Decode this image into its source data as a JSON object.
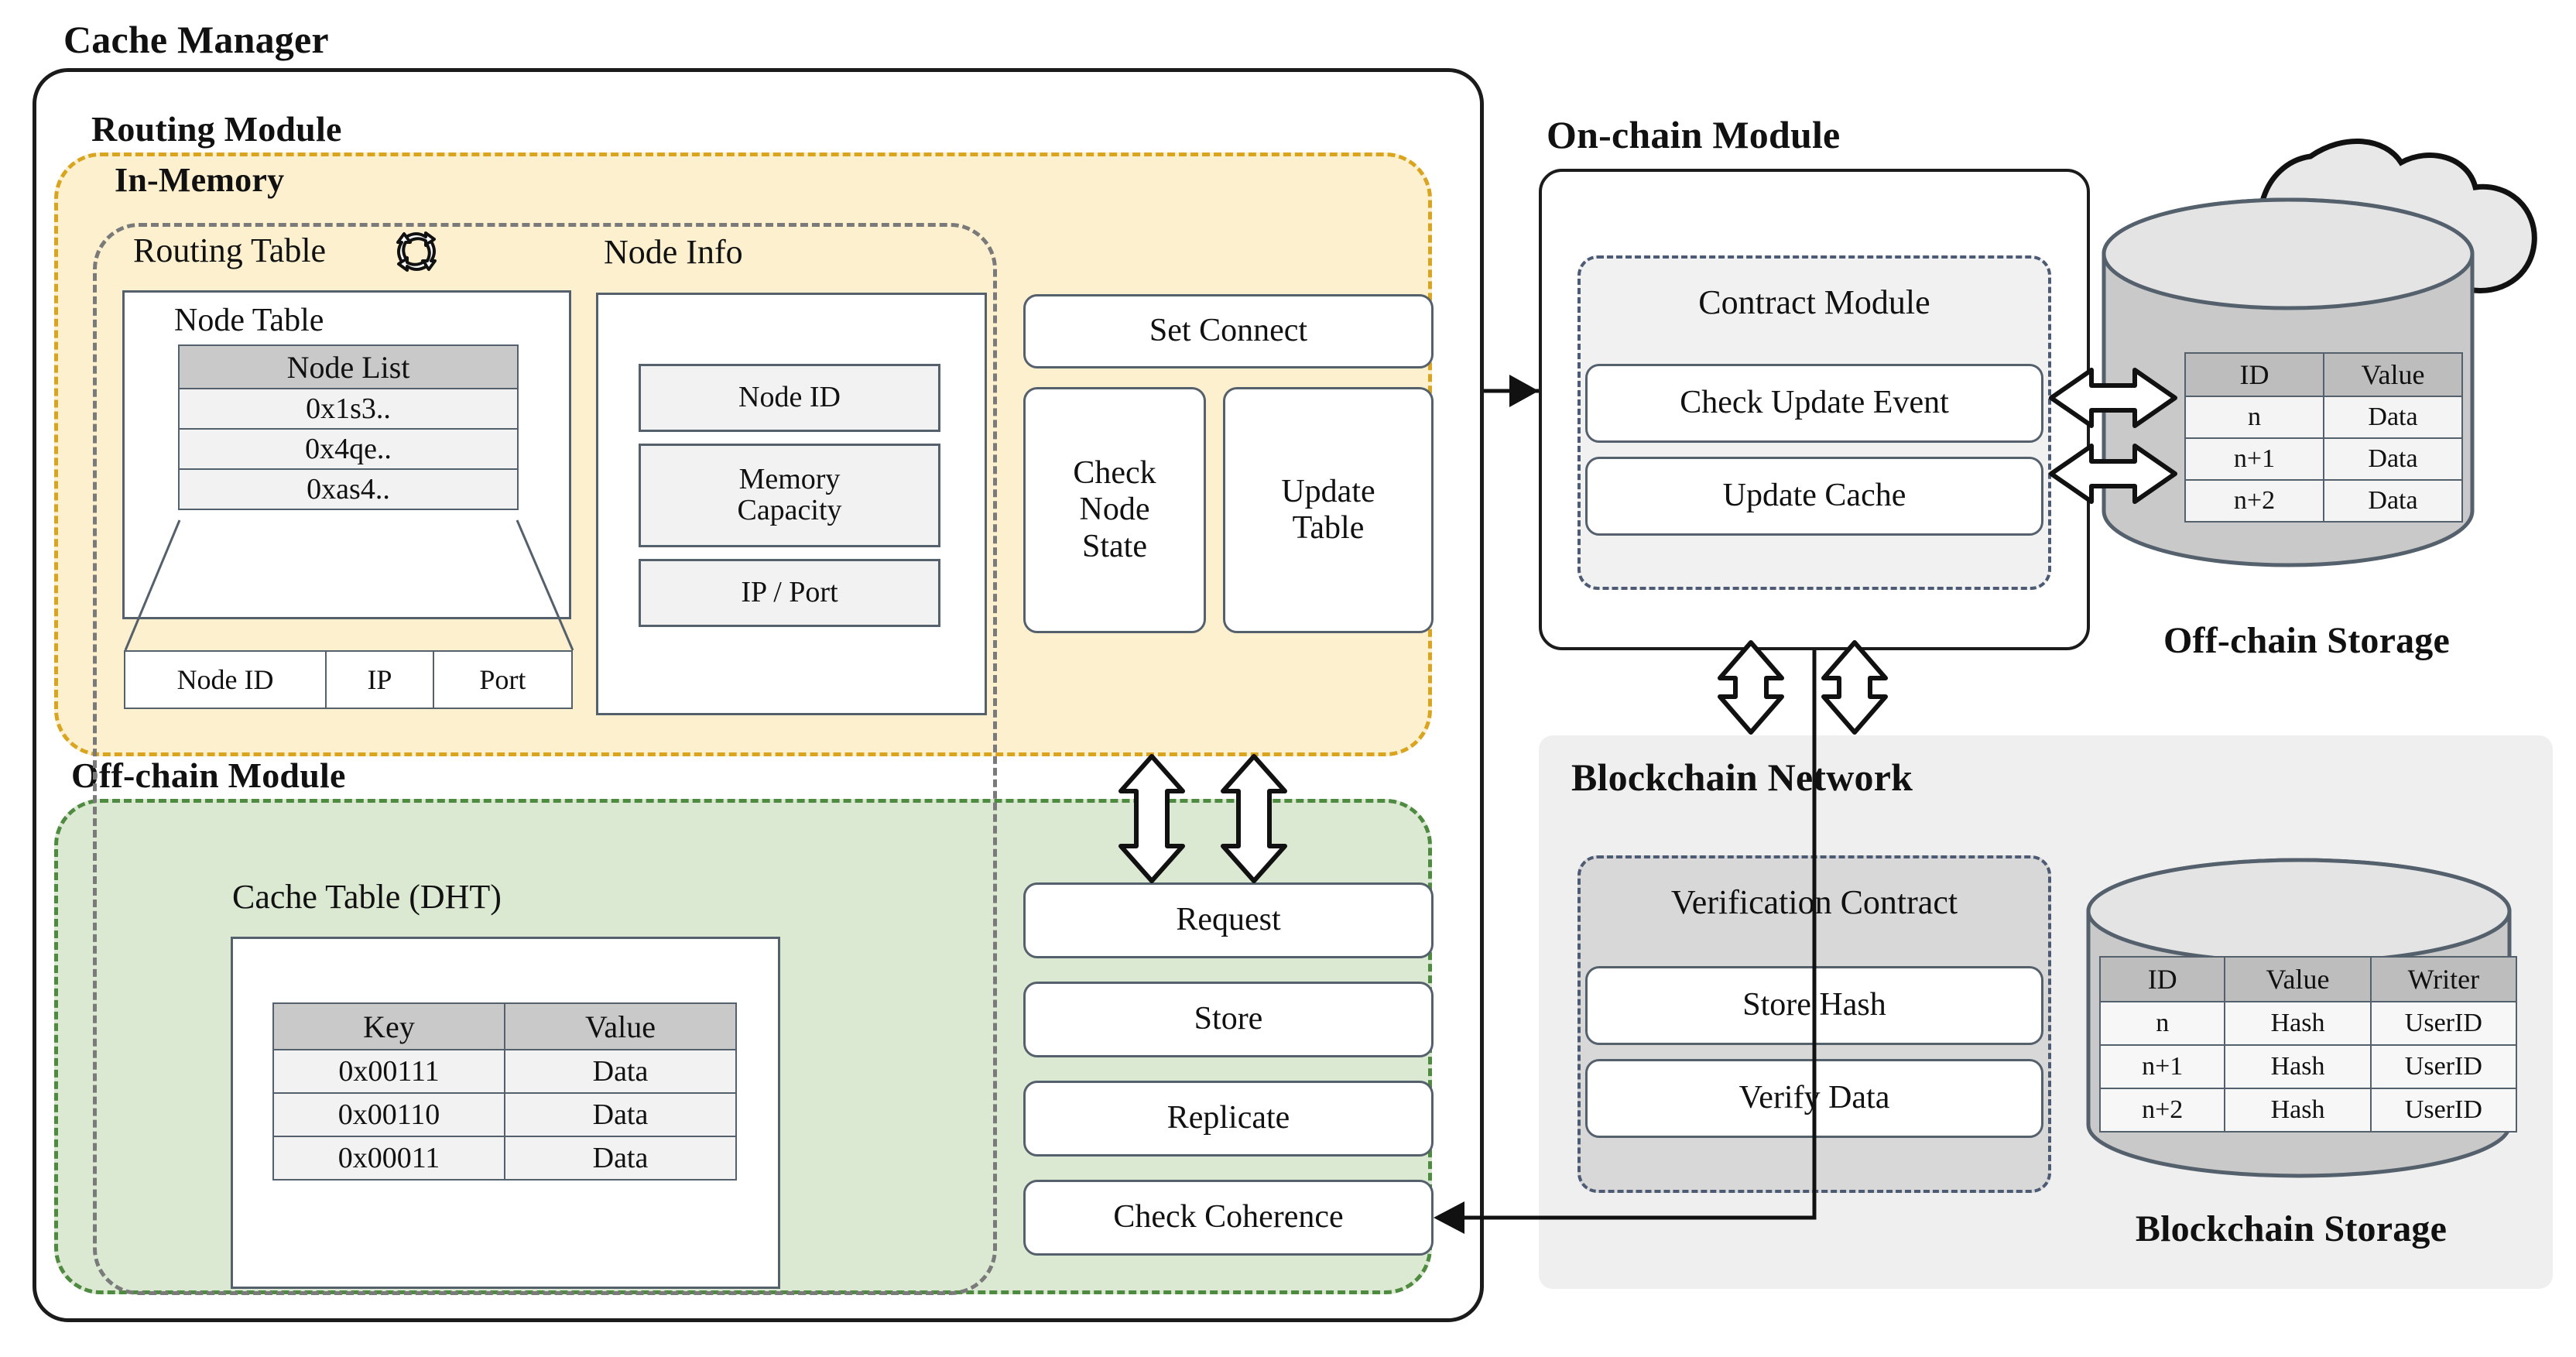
{
  "diagram": {
    "title": "Cache Manager"
  },
  "cache_manager": {
    "title": "Cache Manager",
    "routing_module": {
      "title": "Routing Module",
      "in_memory": {
        "title": "In-Memory",
        "routing_table": {
          "title": "Routing Table",
          "icon": "recycle-icon",
          "node_table": {
            "title": "Node Table",
            "node_list_header": "Node List",
            "node_list": [
              "0x1s3..",
              "0x4qe..",
              "0xas4.."
            ],
            "detail_columns": [
              "Node ID",
              "IP",
              "Port"
            ]
          }
        },
        "node_info": {
          "title": "Node Info",
          "fields": [
            "Node ID",
            "Memory Capacity",
            "IP / Port"
          ]
        },
        "actions": {
          "set_connect": "Set Connect",
          "check_node_state": "Check Node State",
          "update_table": "Update Table"
        }
      }
    },
    "offchain_module": {
      "title": "Off-chain Module",
      "cache_table": {
        "title": "Cache Table (DHT)",
        "columns": [
          "Key",
          "Value"
        ],
        "rows": [
          [
            "0x00111",
            "Data"
          ],
          [
            "0x00110",
            "Data"
          ],
          [
            "0x00011",
            "Data"
          ]
        ]
      },
      "actions": {
        "request": "Request",
        "store": "Store",
        "replicate": "Replicate",
        "check_coherence": "Check Coherence"
      }
    }
  },
  "onchain_module": {
    "title": "On-chain Module",
    "contract_module": {
      "title": "Contract Module",
      "actions": {
        "check_update_event": "Check Update Event",
        "update_cache": "Update Cache"
      }
    }
  },
  "blockchain_network": {
    "title": "Blockchain Network",
    "verification_contract": {
      "title": "Verification Contract",
      "actions": {
        "store_hash": "Store Hash",
        "verify_data": "Verify Data"
      }
    }
  },
  "offchain_storage": {
    "label": "Off-chain Storage",
    "columns": [
      "ID",
      "Value"
    ],
    "rows": [
      [
        "n",
        "Data"
      ],
      [
        "n+1",
        "Data"
      ],
      [
        "n+2",
        "Data"
      ]
    ]
  },
  "blockchain_storage": {
    "label": "Blockchain Storage",
    "columns": [
      "ID",
      "Value",
      "Writer"
    ],
    "rows": [
      [
        "n",
        "Hash",
        "UserID"
      ],
      [
        "n+1",
        "Hash",
        "UserID"
      ],
      [
        "n+2",
        "Hash",
        "UserID"
      ]
    ]
  },
  "colors": {
    "in_memory_fill": "#FDF0CE",
    "in_memory_border": "#D9A521",
    "offchain_fill": "#DCE9D2",
    "offchain_border": "#4E8A40",
    "blockchain_panel": "#EFEFEF",
    "contract_fill": "#F1F1F1",
    "verification_fill": "#D8D8D8",
    "stroke": "#55606D",
    "outer_stroke": "#1B1B1B"
  }
}
